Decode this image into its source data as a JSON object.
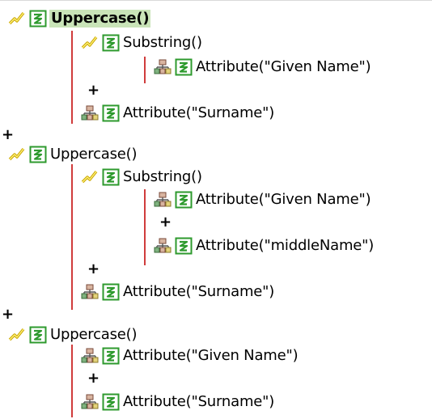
{
  "colors": {
    "branch_line": "#d03c3c",
    "selection_highlight": "#c9e4b8",
    "function_icon_green": "#2e9a2e"
  },
  "icons": {
    "function_branch": "lightning-branch-icon",
    "enabled": "green-check-icon",
    "attribute": "attribute-tree-icon"
  },
  "operator_symbol": "+",
  "expressions": [
    {
      "function": "Uppercase()",
      "selected": true,
      "children": [
        {
          "function": "Substring()",
          "children": [
            {
              "attribute": "Attribute(\"Given Name\")"
            }
          ]
        },
        {
          "attribute": "Attribute(\"Surname\")"
        }
      ]
    },
    {
      "function": "Uppercase()",
      "selected": false,
      "children": [
        {
          "function": "Substring()",
          "children": [
            {
              "attribute": "Attribute(\"Given Name\")"
            },
            {
              "attribute": "Attribute(\"middleName\")"
            }
          ]
        },
        {
          "attribute": "Attribute(\"Surname\")"
        }
      ]
    },
    {
      "function": "Uppercase()",
      "selected": false,
      "children": [
        {
          "attribute": "Attribute(\"Given Name\")"
        },
        {
          "attribute": "Attribute(\"Surname\")"
        }
      ]
    }
  ]
}
